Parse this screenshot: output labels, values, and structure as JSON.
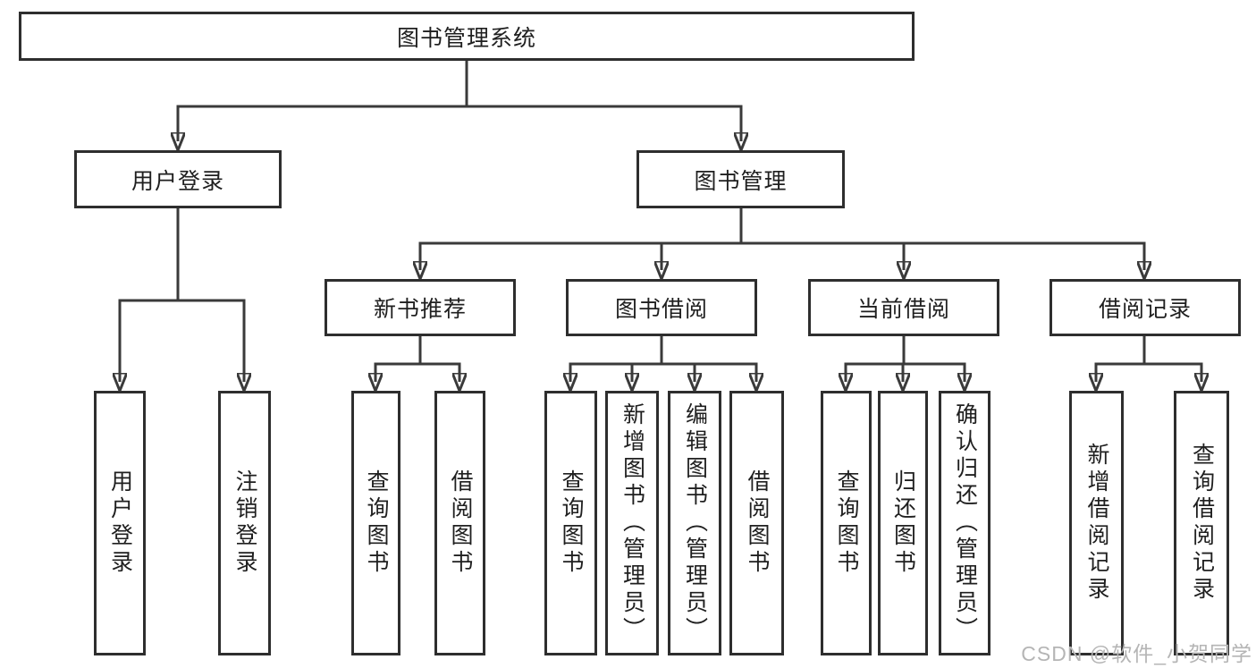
{
  "tree": {
    "root": {
      "label": "图书管理系统"
    },
    "branches": [
      {
        "label": "用户登录",
        "children": [
          {
            "label": "用户登录"
          },
          {
            "label": "注销登录"
          }
        ]
      },
      {
        "label": "图书管理",
        "children": [
          {
            "label": "新书推荐",
            "children": [
              {
                "label": "查询图书"
              },
              {
                "label": "借阅图书"
              }
            ]
          },
          {
            "label": "图书借阅",
            "children": [
              {
                "label": "查询图书"
              },
              {
                "label": "新增图书（管理员）"
              },
              {
                "label": "编辑图书（管理员）"
              },
              {
                "label": "借阅图书"
              }
            ]
          },
          {
            "label": "当前借阅",
            "children": [
              {
                "label": "查询图书"
              },
              {
                "label": "归还图书"
              },
              {
                "label": "确认归还（管理员）"
              }
            ]
          },
          {
            "label": "借阅记录",
            "children": [
              {
                "label": "新增借阅记录"
              },
              {
                "label": "查询借阅记录"
              }
            ]
          }
        ]
      }
    ]
  },
  "watermark": "CSDN @软件_小贺同学",
  "colors": {
    "line": "#3a3a3a",
    "border": "#2e2e2e",
    "text": "#1f1f1f",
    "background": "#ffffff",
    "watermark": "#b5b5b5"
  }
}
